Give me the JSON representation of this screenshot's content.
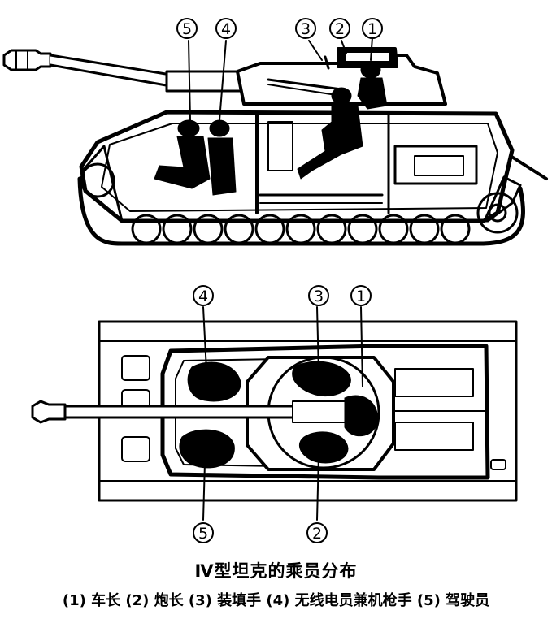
{
  "side_view": {
    "labels": [
      "5",
      "4",
      "3",
      "2",
      "1"
    ]
  },
  "top_view": {
    "labels_top": [
      "4",
      "3",
      "1"
    ],
    "labels_bottom": [
      "5",
      "2"
    ]
  },
  "caption": {
    "title": "Ⅳ型坦克的乘员分布",
    "legend": "(1) 车长 (2) 炮长 (3) 装填手 (4) 无线电员兼机枪手 (5) 驾驶员"
  }
}
